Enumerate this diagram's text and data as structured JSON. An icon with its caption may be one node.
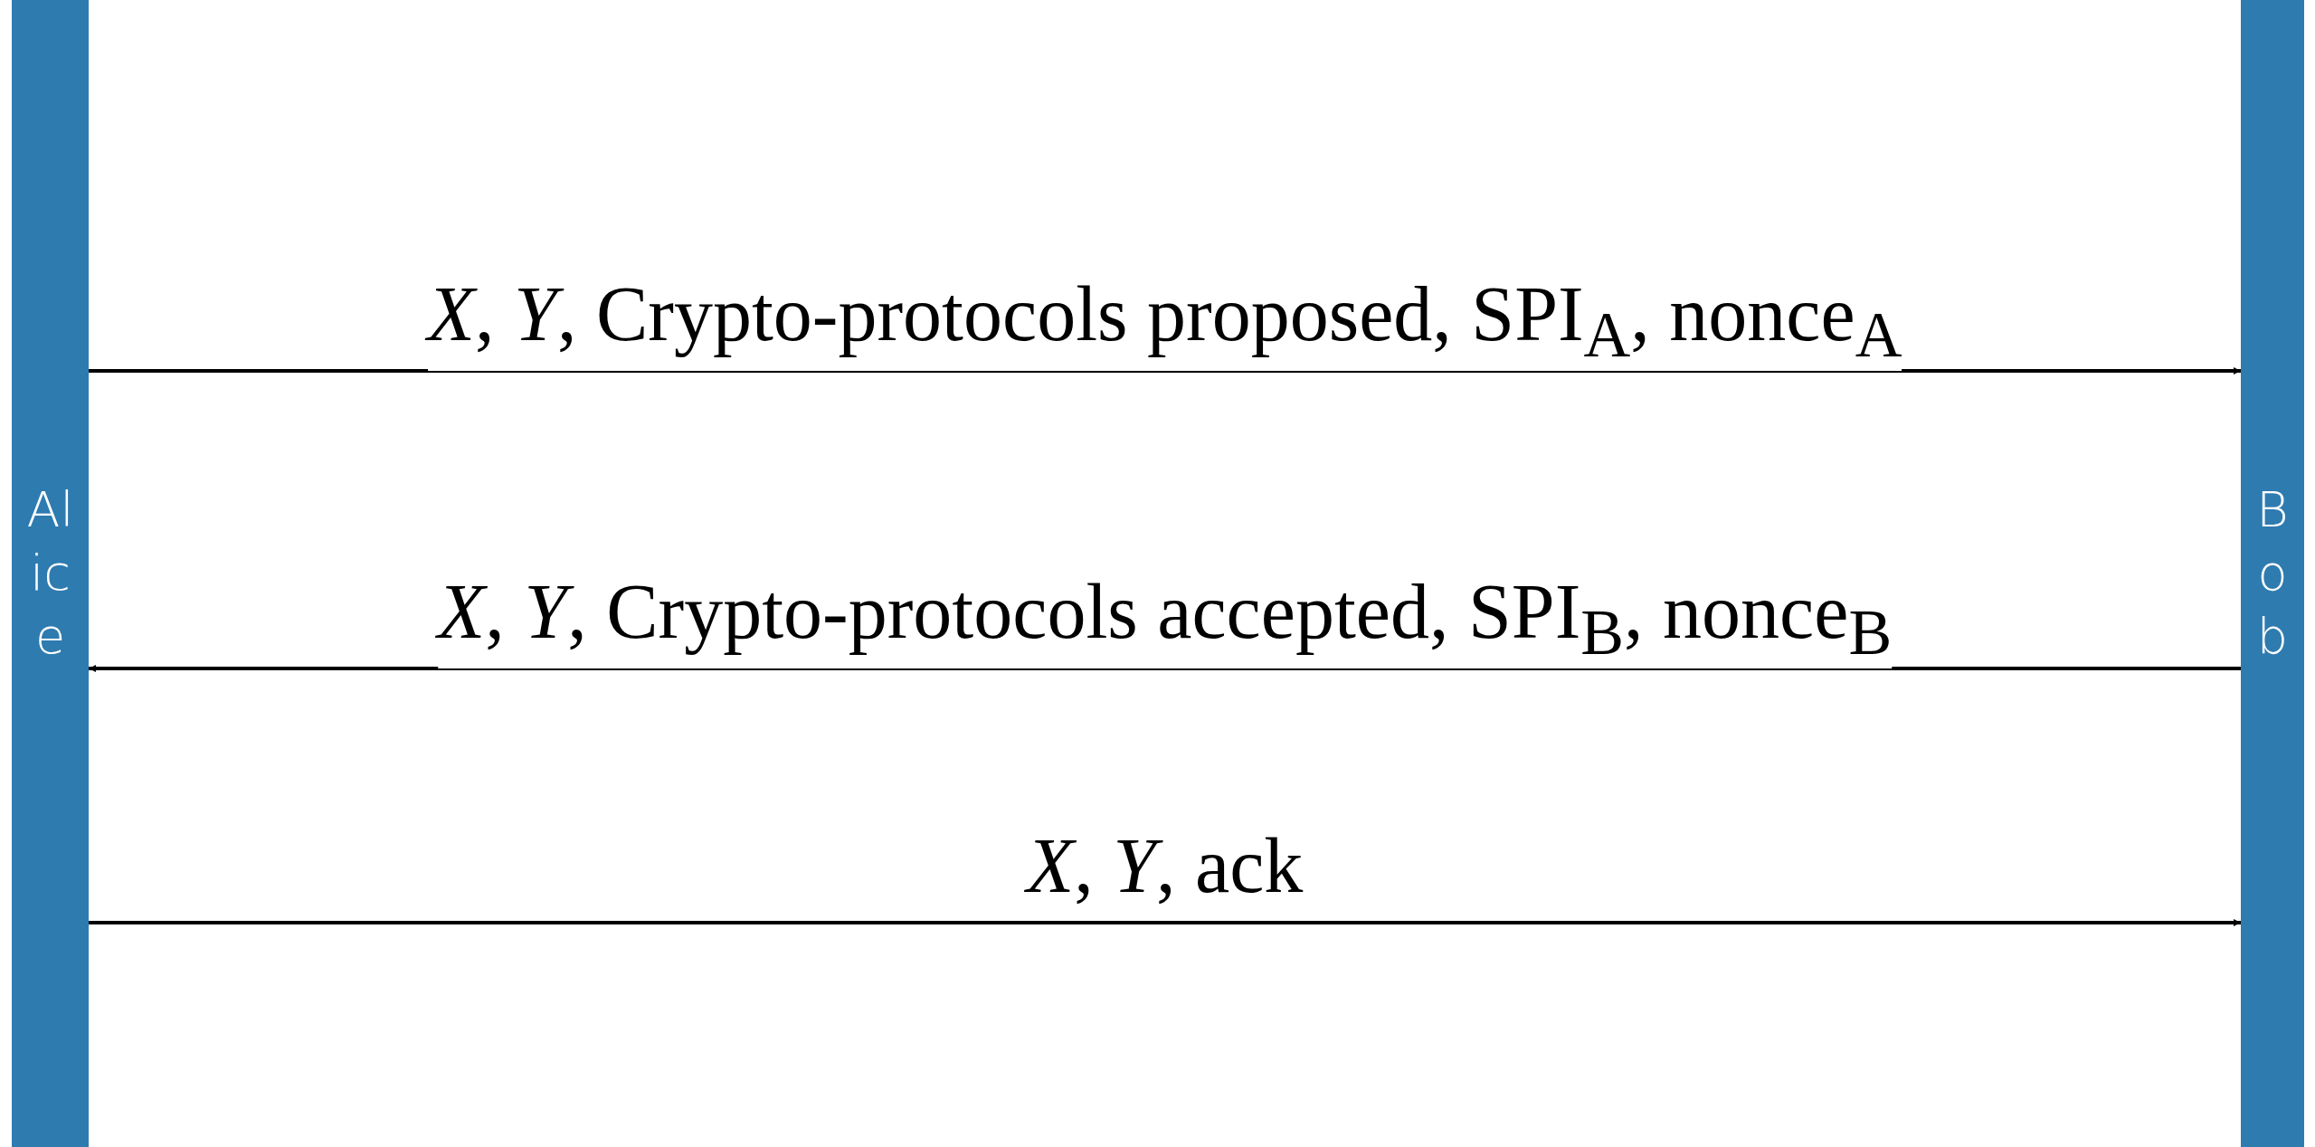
{
  "diagram": {
    "nodes": [
      {
        "text": [
          "Alice"
        ]
      },
      {
        "text": [
          "Bob"
        ]
      }
    ],
    "edges": [
      {
        "from": 0,
        "to": 1,
        "arrow": "to",
        "label": "*X*, *Y*, Crypto-protocols proposed, SPI$_{A}$, nonce$_{A}$"
      },
      {
        "from": 1,
        "to": 0,
        "arrow": "to",
        "label": "*X*, *Y*, Crypto-protocols accepted, SPI$_{B}$, nonce$_{B}$"
      },
      {
        "from": 0,
        "to": 1,
        "arrow": "to",
        "label": "*X*, *Y*, ack"
      }
    ]
  }
}
